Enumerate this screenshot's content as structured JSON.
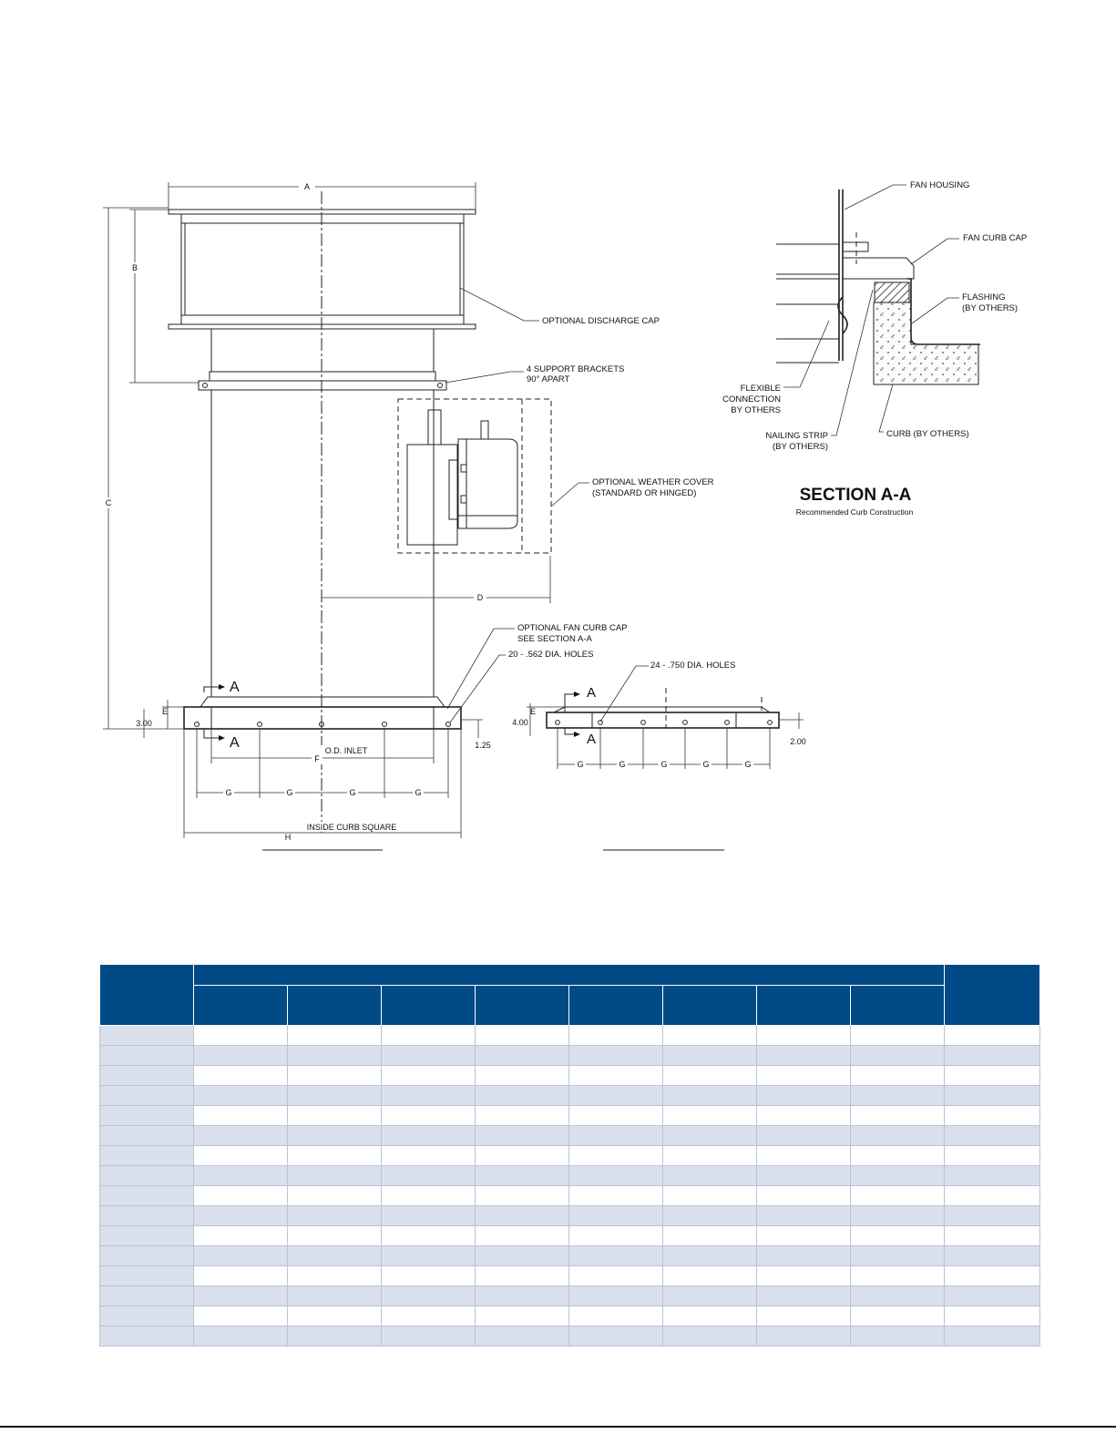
{
  "drawing": {
    "dimension_letters": {
      "a": "A",
      "b": "B",
      "c": "C",
      "d": "D",
      "e": "E",
      "f": "F",
      "g": "G",
      "h": "H"
    },
    "dimension_values": {
      "base_height": "3.00",
      "flange_offset": "1.25",
      "section_height": "4.00",
      "section_offset": "2.00"
    },
    "callouts": {
      "discharge_cap": "OPTIONAL DISCHARGE CAP",
      "support_brackets_1": "4 SUPPORT BRACKETS",
      "support_brackets_2": "90° APART",
      "weather_cover_1": "OPTIONAL WEATHER COVER",
      "weather_cover_2": "(STANDARD OR HINGED)",
      "curb_cap_1": "OPTIONAL FAN CURB CAP",
      "curb_cap_2": "SEE SECTION A-A",
      "holes_small": "20 - .562 DIA. HOLES",
      "holes_large": "24 - .750 DIA. HOLES",
      "od_inlet": "O.D. INLET",
      "inside_curb": "INSIDE CURB SQUARE",
      "section_marker": "A"
    },
    "section": {
      "fan_housing": "FAN HOUSING",
      "fan_curb_cap": "FAN CURB CAP",
      "flashing_1": "FLASHING",
      "flashing_2": "(BY OTHERS)",
      "flexible_1": "FLEXIBLE",
      "flexible_2": "CONNECTION",
      "flexible_3": "BY OTHERS",
      "nailing_1": "NAILING STRIP",
      "nailing_2": "(BY OTHERS)",
      "curb": "CURB (BY OTHERS)",
      "title": "SECTION A-A",
      "subtitle": "Recommended Curb Construction"
    }
  },
  "table": {
    "header_color": "#004a87",
    "stripe_color": "#d9dfeb",
    "column_count": 10,
    "body_row_count": 16
  }
}
